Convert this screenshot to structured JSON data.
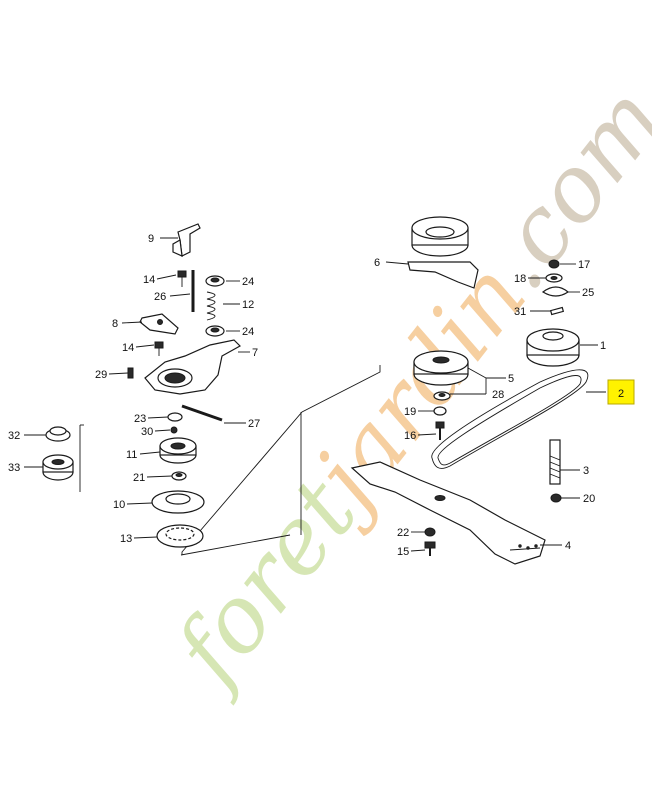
{
  "watermark": {
    "text_main": "foret",
    "text_accent": "jardin",
    "text_tail": ".com",
    "color_main": "#d6e6b4",
    "color_accent": "#f6cfa0",
    "color_tail": "#d8cfc0"
  },
  "highlight": {
    "label": "2",
    "color": "#fff200"
  },
  "callouts": [
    {
      "id": "c1",
      "label": "1"
    },
    {
      "id": "c3",
      "label": "3"
    },
    {
      "id": "c4",
      "label": "4"
    },
    {
      "id": "c5",
      "label": "5"
    },
    {
      "id": "c6",
      "label": "6"
    },
    {
      "id": "c7",
      "label": "7"
    },
    {
      "id": "c8",
      "label": "8"
    },
    {
      "id": "c9",
      "label": "9"
    },
    {
      "id": "c10",
      "label": "10"
    },
    {
      "id": "c11",
      "label": "11"
    },
    {
      "id": "c12",
      "label": "12"
    },
    {
      "id": "c13",
      "label": "13"
    },
    {
      "id": "c14a",
      "label": "14"
    },
    {
      "id": "c14b",
      "label": "14"
    },
    {
      "id": "c15",
      "label": "15"
    },
    {
      "id": "c16",
      "label": "16"
    },
    {
      "id": "c17",
      "label": "17"
    },
    {
      "id": "c18",
      "label": "18"
    },
    {
      "id": "c19",
      "label": "19"
    },
    {
      "id": "c20",
      "label": "20"
    },
    {
      "id": "c21",
      "label": "21"
    },
    {
      "id": "c22",
      "label": "22"
    },
    {
      "id": "c23",
      "label": "23"
    },
    {
      "id": "c24a",
      "label": "24"
    },
    {
      "id": "c24b",
      "label": "24"
    },
    {
      "id": "c25",
      "label": "25"
    },
    {
      "id": "c26",
      "label": "26"
    },
    {
      "id": "c27",
      "label": "27"
    },
    {
      "id": "c28",
      "label": "28"
    },
    {
      "id": "c29",
      "label": "29"
    },
    {
      "id": "c30",
      "label": "30"
    },
    {
      "id": "c31",
      "label": "31"
    },
    {
      "id": "c32",
      "label": "32"
    },
    {
      "id": "c33",
      "label": "33"
    }
  ]
}
